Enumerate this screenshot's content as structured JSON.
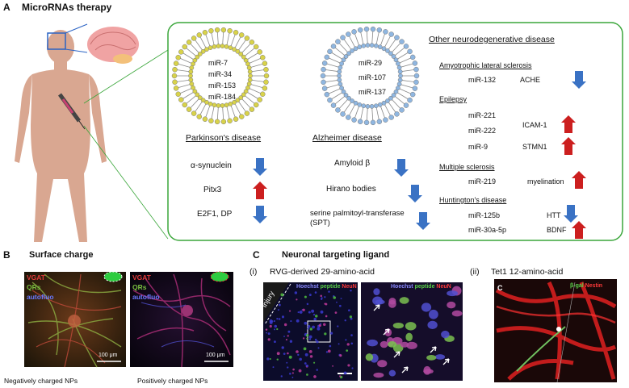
{
  "panelA": {
    "letter": "A",
    "title": "MicroRNAs therapy",
    "pd_mirnas": [
      "miR-7",
      "miR-34",
      "miR-153",
      "miR-184"
    ],
    "ad_mirnas": [
      "miR-29",
      "miR-107",
      "miR-137"
    ],
    "parkinsons": {
      "title": "Parkinson's disease",
      "targets": [
        {
          "name": "α-synuclein",
          "dir": "down"
        },
        {
          "name": "Pitx3",
          "dir": "up"
        },
        {
          "name": "E2F1, DP",
          "dir": "down"
        }
      ]
    },
    "alzheimers": {
      "title": "Alzheimer disease",
      "targets": [
        {
          "name": "Amyloid β",
          "dir": "down"
        },
        {
          "name": "Hirano bodies",
          "dir": "down"
        },
        {
          "name": "serine palmitoyl-transferase",
          "name2": "(SPT)",
          "dir": "down"
        }
      ]
    },
    "other": {
      "title": "Other neurodegenerative disease",
      "als": {
        "title": "Amyotrophic lateral sclerosis",
        "mirna": "miR-132",
        "target": "ACHE",
        "dir": "down"
      },
      "epilepsy": {
        "title": "Epilepsy",
        "mirnas": [
          "miR-221",
          "miR-222",
          "miR-9"
        ],
        "targets": [
          "ICAM-1",
          "STMN1"
        ],
        "dirs": [
          "up",
          "up"
        ]
      },
      "ms": {
        "title": "Multiple sclerosis",
        "mirna": "miR-219",
        "target": "myelination",
        "dir": "up"
      },
      "hd": {
        "title": "Huntington's disease",
        "mirnas": [
          "miR-125b",
          "miR-30a-5p"
        ],
        "targets": [
          "HTT",
          "BDNF"
        ],
        "dirs": [
          "down",
          "up"
        ]
      }
    }
  },
  "panelB": {
    "letter": "B",
    "title": "Surface charge",
    "legend": [
      "VGAT",
      "QRs",
      "autofluo"
    ],
    "scale": "100 μm",
    "caption_neg": "Negatively charged NPs",
    "caption_pos": "Positively charged NPs"
  },
  "panelC": {
    "letter": "C",
    "title": "Neuronal targeting ligand",
    "sub1_num": "(i)",
    "sub1": "RVG-derived 29-amino-acid",
    "sub2_num": "(ii)",
    "sub2": "Tet1 12-amino-acid",
    "img1_labels": [
      "Hoechst",
      "peptide",
      "NeuN"
    ],
    "injury": "Injury",
    "img3_letter": "C",
    "img3_labels": [
      "β-gal",
      "Nestin"
    ]
  },
  "colors": {
    "frame": "#3aa63a",
    "vesicle_pd": "#d8d24a",
    "vesicle_ad": "#8fb6e0",
    "arrow_up": "#cc1f1f",
    "arrow_down": "#3a72c4",
    "skin": "#d9a791"
  }
}
